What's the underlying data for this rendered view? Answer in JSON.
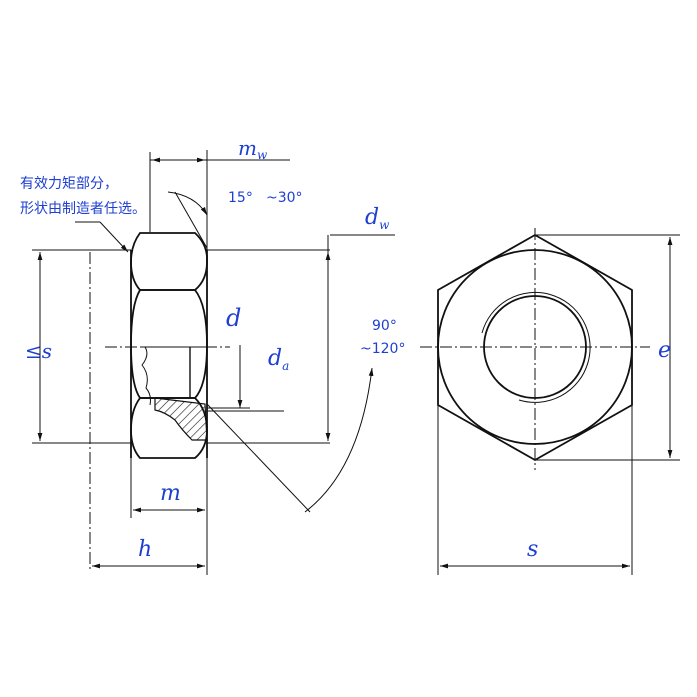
{
  "note": {
    "line1": "有效力矩部分，",
    "line2": "形状由制造者任选。"
  },
  "labels": {
    "mw_main": "m",
    "mw_sub": "w",
    "angle_chamfer_a": "15°",
    "angle_chamfer_b": "~30°",
    "dw_main": "d",
    "dw_sub": "w",
    "d": "d",
    "da_main": "d",
    "da_sub": "a",
    "s_side": "≤s",
    "angle_countersink_a": "90°",
    "angle_countersink_b": "~120°",
    "e": "e",
    "m": "m",
    "h": "h",
    "s_bottom": "s"
  },
  "colors": {
    "annotation": "#1e3fd0",
    "line": "#111111"
  }
}
